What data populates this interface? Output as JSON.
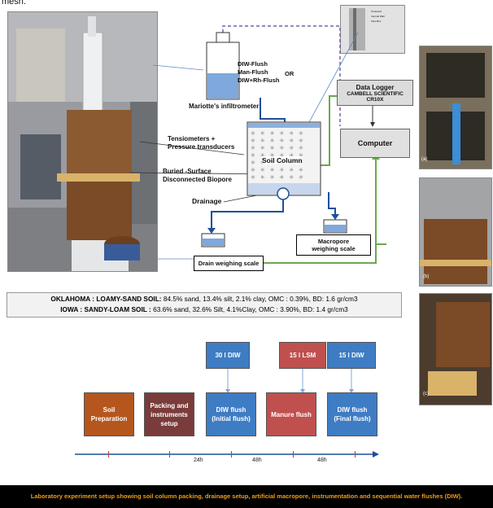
{
  "top_fragment": "mesh.",
  "diagram": {
    "infiltrometer_flush_lines": [
      "DIW-Flush",
      "Man-Flush",
      "DIW+Rh-Flush"
    ],
    "or_label": "OR",
    "infiltrometer_label": "Mariotte's infiltrometer",
    "data_logger_title": "Data Logger",
    "data_logger_sub1": "CAMBELL SCIENTIFIC",
    "data_logger_sub2": "CR10X",
    "computer_label": "Computer",
    "tensiometer_label1": "Tensiometers +",
    "tensiometer_label2": "Pressure transducers",
    "soil_column_label": "Soil Column",
    "biopore_label1": "Buried -Surface",
    "biopore_label2": "Disconnected Biopore",
    "drainage_label": "Drainage",
    "macropore_scale_label1": "Macropore",
    "macropore_scale_label2": "weighing scale",
    "drain_scale_label": "Drain weighing scale",
    "inset_labels": [
      "Protected",
      "Internal Wall",
      "Flow Box"
    ]
  },
  "photos": {
    "panel_a_label": "(a)",
    "panel_b_label": "(b)",
    "panel_c_label": "(c)"
  },
  "soils": {
    "line1_bold": "OKLAHOMA : LOAMY-SAND SOIL:",
    "line1_rest": " 84.5% sand, 13.4% silt, 2.1% clay, OMC : 0.39%, BD: 1.6 gr/cm3",
    "line2_bold": "IOWA : SANDY-LOAM SOIL :",
    "line2_rest": " 63.6% sand, 32.6% Silt, 4.1%Clay, OMC : 3.90%, BD: 1.4 gr/cm3"
  },
  "timeline": {
    "top_boxes": [
      "30 l DIW",
      "15 l LSM",
      "15 l DIW"
    ],
    "steps": [
      {
        "line1": "Soil",
        "line2": "Preparation",
        "color": "#b5561e"
      },
      {
        "line1": "Packing and",
        "line2": "instruments",
        "line3": "setup",
        "color": "#7a3b3b"
      },
      {
        "line1": "DIW flush",
        "line2": "(Initial flush)",
        "color": "#3e7cc4"
      },
      {
        "line1": "Manure flush",
        "line2": "",
        "color": "#c0504d"
      },
      {
        "line1": "DIW flush",
        "line2": "(Final flush)",
        "color": "#3e7cc4"
      }
    ],
    "intervals": [
      "24h",
      "48h",
      "48h"
    ]
  },
  "caption": "Laboratory experiment setup showing soil column packing, drainage setup, artificial macropore, instrumentation and sequential water flushes (DIW).",
  "colors": {
    "caption_bg": "#000000",
    "caption_text": "#f39c12",
    "flush_blue": "#3e7cc4",
    "manure_red": "#c0504d",
    "green_line": "#6aa84f"
  }
}
